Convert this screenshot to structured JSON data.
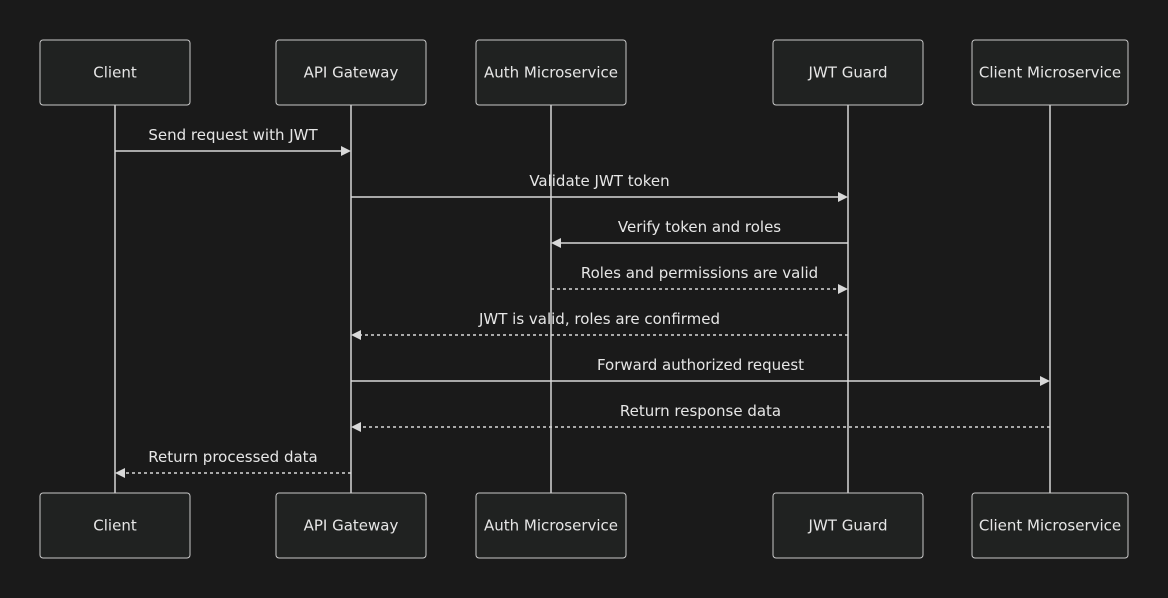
{
  "participants": [
    {
      "id": "client",
      "label": "Client"
    },
    {
      "id": "gateway",
      "label": "API Gateway"
    },
    {
      "id": "auth",
      "label": "Auth Microservice"
    },
    {
      "id": "guard",
      "label": "JWT Guard"
    },
    {
      "id": "clientms",
      "label": "Client Microservice"
    }
  ],
  "messages": [
    {
      "from": "client",
      "to": "gateway",
      "label": "Send request with JWT",
      "style": "solid"
    },
    {
      "from": "gateway",
      "to": "guard",
      "label": "Validate JWT token",
      "style": "solid"
    },
    {
      "from": "guard",
      "to": "auth",
      "label": "Verify token and roles",
      "style": "solid"
    },
    {
      "from": "auth",
      "to": "guard",
      "label": "Roles and permissions are valid",
      "style": "dashed"
    },
    {
      "from": "guard",
      "to": "gateway",
      "label": "JWT is valid, roles are confirmed",
      "style": "dashed"
    },
    {
      "from": "gateway",
      "to": "clientms",
      "label": "Forward authorized request",
      "style": "solid"
    },
    {
      "from": "clientms",
      "to": "gateway",
      "label": "Return response data",
      "style": "dashed"
    },
    {
      "from": "gateway",
      "to": "client",
      "label": "Return processed data",
      "style": "dashed"
    }
  ],
  "colors": {
    "background": "#1a1a1a",
    "box_fill": "#202221",
    "box_stroke": "#c8c8c8",
    "line": "#d8d8d8",
    "text": "#e6e6e6"
  }
}
